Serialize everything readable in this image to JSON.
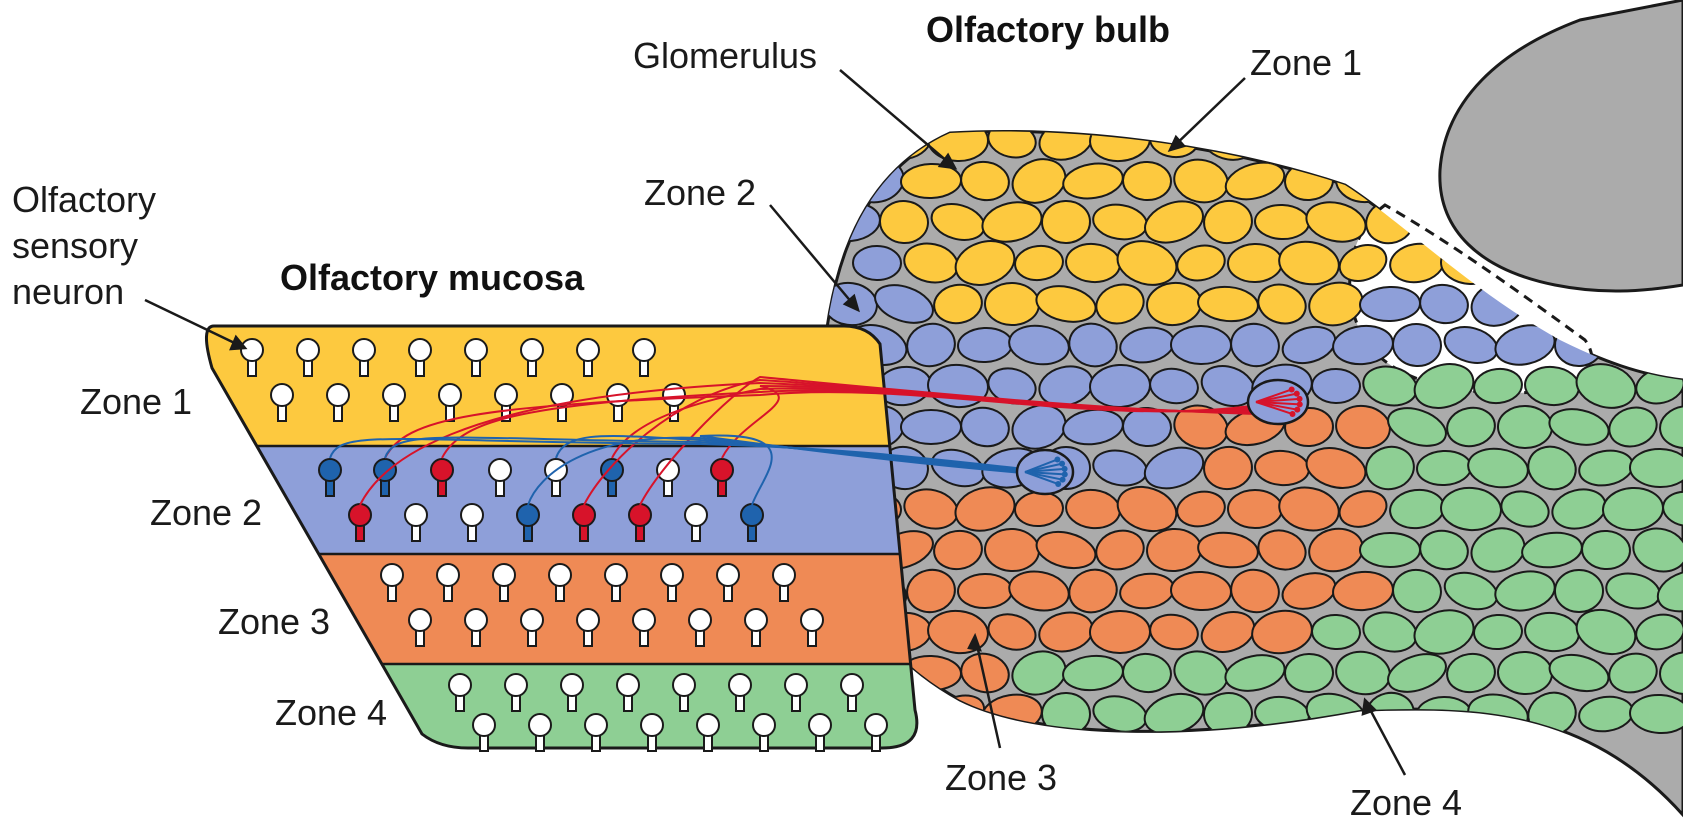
{
  "labels": {
    "olfactory_bulb": "Olfactory bulb",
    "olfactory_mucosa": "Olfactory mucosa",
    "glomerulus": "Glomerulus",
    "sensory_neuron_line1": "Olfactory",
    "sensory_neuron_line2": "sensory",
    "sensory_neuron_line3": "neuron",
    "mucosa_zone1": "Zone 1",
    "mucosa_zone2": "Zone 2",
    "mucosa_zone3": "Zone 3",
    "mucosa_zone4": "Zone 4",
    "bulb_zone1": "Zone 1",
    "bulb_zone2": "Zone 2",
    "bulb_zone3": "Zone 3",
    "bulb_zone4": "Zone 4"
  },
  "colors": {
    "zone1": "#fdc93f",
    "zone2": "#8e9fd9",
    "zone3": "#ef8a55",
    "zone4": "#8ecf94",
    "bulb": "#ababab",
    "red_neuron": "#d7132a",
    "blue_neuron": "#1f63ad",
    "outline": "#1a1a1a"
  }
}
